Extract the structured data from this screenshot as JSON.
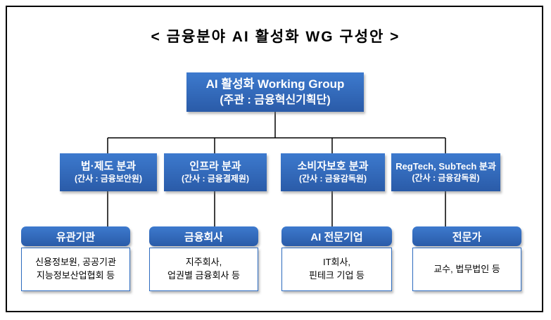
{
  "title": "<  금융분야  AI  활성화  WG  구성안  >",
  "root": {
    "line1": "AI 활성화 Working Group",
    "line2": "(주관 : 금융혁신기획단)"
  },
  "branches": [
    {
      "name": "법·제도 분과",
      "sub": "(간사 : 금융보안원)"
    },
    {
      "name": "인프라 분과",
      "sub": "(간사 : 금융결제원)"
    },
    {
      "name": "소비자보호 분과",
      "sub": "(간사 : 금융감독원)"
    },
    {
      "name": "RegTech, SubTech 분과",
      "sub": "(간사 : 금융감독원)"
    }
  ],
  "groups": [
    {
      "header": "유관기관",
      "body": "신용정보원, 공공기관\n지능정보산업협회 등"
    },
    {
      "header": "금융회사",
      "body": "지주회사,\n업권별 금융회사 등"
    },
    {
      "header": "AI 전문기업",
      "body": "IT회사,\n핀테크 기업 등"
    },
    {
      "header": "전문가",
      "body": "교수, 법무법인 등"
    }
  ],
  "colors": {
    "node_blue": "#2E6CC0",
    "node_blue_light": "#3D7ACE",
    "border_black": "#000000",
    "text_white": "#FFFFFF",
    "text_black": "#000000"
  }
}
